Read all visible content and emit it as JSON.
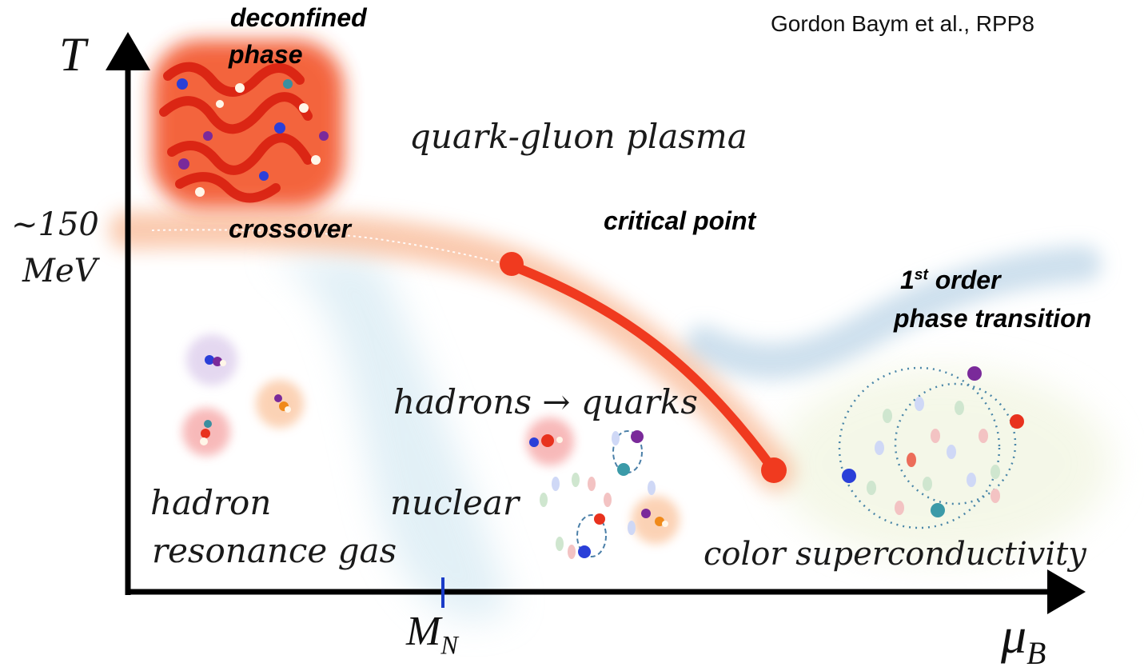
{
  "citation": "Gordon Baym et al., RPP8",
  "axes": {
    "y_symbol": "T",
    "y_tick_value": "~150",
    "y_tick_unit": "MeV",
    "x_symbol": "μ",
    "x_subscript": "B",
    "x_tick_symbol": "M",
    "x_tick_subscript": "N"
  },
  "labels": {
    "deconfined_line1": "deconfined",
    "deconfined_line2": "phase",
    "qgp": "quark-gluon plasma",
    "crossover": "crossover",
    "critical_point": "critical point",
    "first_order_num": "1",
    "first_order_sup": "st",
    "first_order_word": " order",
    "first_order_line2": "phase transition",
    "hadrons_quarks": "hadrons → quarks",
    "hadron_line1": "hadron",
    "hadron_line2": "resonance gas",
    "nuclear": "nuclear",
    "color_sc": "color superconductivity"
  },
  "colors": {
    "critical_line": "#f03a1f",
    "crossover_band": "#f7a070",
    "first_order_band": "#b9d3e6",
    "axis": "#000000",
    "tick": "#1a3cc8"
  }
}
